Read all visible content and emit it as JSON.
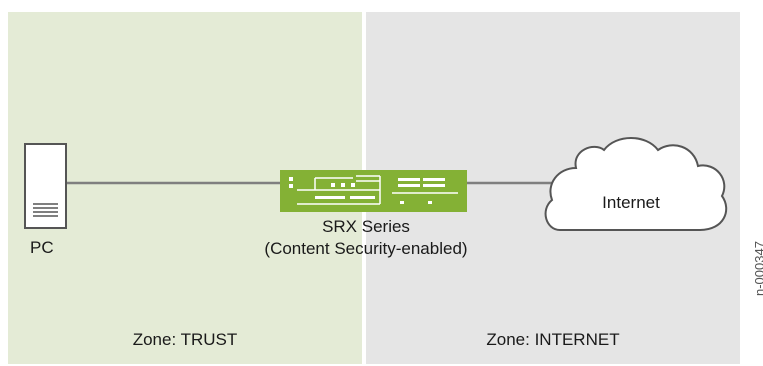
{
  "zones": {
    "trust_label": "Zone: TRUST",
    "internet_label": "Zone: INTERNET"
  },
  "devices": {
    "pc_label": "PC",
    "srx_name": "SRX Series",
    "srx_subtitle": "(Content Security-enabled)",
    "cloud_label": "Internet"
  },
  "figure_id": "n-000347",
  "colors": {
    "trust_zone": "#e4ebd6",
    "internet_zone": "#e5e5e5",
    "srx_device": "#84b135",
    "link": "#7f7f7f"
  }
}
